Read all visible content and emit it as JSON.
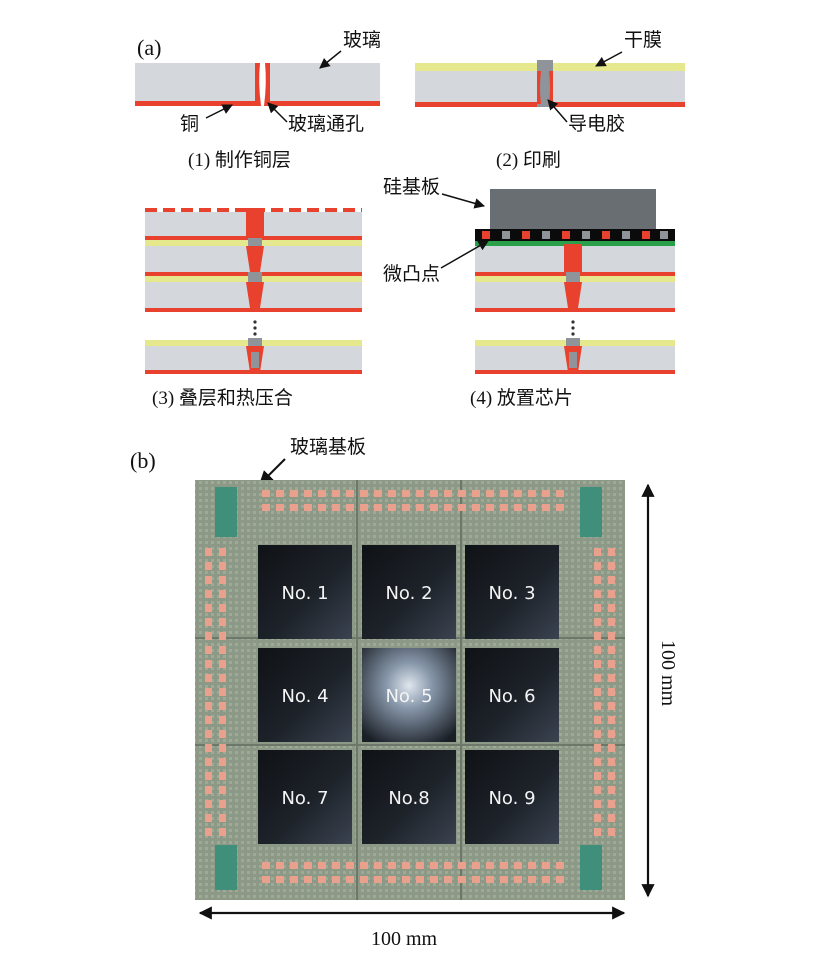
{
  "panel_a": {
    "label": "(a)",
    "step1": {
      "caption": "(1) 制作铜层",
      "glass": "玻璃",
      "copper": "铜",
      "tgv": "玻璃通孔"
    },
    "step2": {
      "caption": "(2) 印刷",
      "dry_film": "干膜",
      "conductive_paste": "导电胶"
    },
    "step3": {
      "caption": "(3) 叠层和热压合"
    },
    "step4": {
      "caption": "(4) 放置芯片",
      "silicon": "硅基板",
      "microbump": "微凸点"
    }
  },
  "panel_b": {
    "label": "(b)",
    "substrate": "玻璃基板",
    "width_dim": "100 mm",
    "height_dim": "100 mm",
    "chips": [
      "No. 1",
      "No. 2",
      "No. 3",
      "No. 4",
      "No. 5",
      "No. 6",
      "No. 7",
      "No.8",
      "No. 9"
    ]
  },
  "colors": {
    "glass": "#d4d8dc",
    "copper": "#e8412d",
    "dry_film": "#e6e88e",
    "paste": "#8f949a",
    "silicon": "#696e73",
    "substrate": "#8e9c88",
    "chip": "#15181d"
  }
}
